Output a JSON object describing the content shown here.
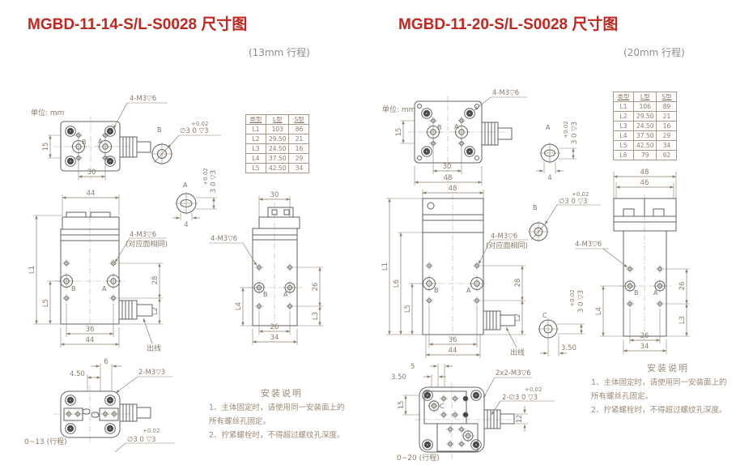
{
  "colors": {
    "title_red": "#c0271e",
    "subtitle_gray": "#8e8e8e",
    "line": "#616161",
    "dim_text": "#8a7c6c"
  },
  "left": {
    "title": "MGBD-11-14-S/L-S0028 尺寸图",
    "subtitle": "(13mm 行程)",
    "unit": "单位: mm",
    "top_view": {
      "dim_15": "15",
      "dim_30": "30",
      "thread": "4-M3▽6",
      "label_a": "A",
      "label_b": "B"
    },
    "detail_b": {
      "label": "B",
      "tol": "+0.02",
      "spec": "∅3 0  ▽3"
    },
    "detail_a": {
      "label": "A",
      "tol": "+0.02",
      "spec": "3 0 ▽3",
      "dim_4": "4"
    },
    "table": {
      "headers": [
        "类型",
        "L型",
        "S型"
      ],
      "rows": [
        [
          "L1",
          "103",
          "86"
        ],
        [
          "L2",
          "29.50",
          "21"
        ],
        [
          "L3",
          "24.50",
          "16"
        ],
        [
          "L4",
          "37.50",
          "29"
        ],
        [
          "L5",
          "42.50",
          "34"
        ]
      ]
    },
    "front_view": {
      "dim_44_top": "44",
      "dim_l1": "L1",
      "dim_l5": "L5",
      "dim_28": "28",
      "dim_l2": "L2",
      "dim_36": "36",
      "dim_44_bottom": "44",
      "thread": "4-M3▽6",
      "thread_note": "(对应面相同)",
      "cable": "出线",
      "label_a": "A",
      "label_b": "B"
    },
    "side_view": {
      "dim_30": "30",
      "dim_l4": "L4",
      "dim_26_right": "26",
      "dim_l3": "L3",
      "dim_26_bottom": "26",
      "dim_34": "34",
      "thread": "4-M3▽6",
      "label_a": "A",
      "label_b": "B"
    },
    "bottom_view": {
      "dim_6": "6",
      "dim_450": "4.50",
      "thread": "2-M3▽3",
      "stroke_range": "0~13 (行程)",
      "tol": "+0.02",
      "spec": "∅3 0  ▽3"
    },
    "notes": {
      "title": "安装说明",
      "line1": "1、主体固定时，请使用同一安装面上的",
      "line2": "所有螺丝孔固定。",
      "line3": "2、拧紧螺栓时，不得超过螺纹孔深度。"
    }
  },
  "right": {
    "title": "MGBD-11-20-S/L-S0028 尺寸图",
    "subtitle": "(20mm 行程)",
    "unit": "单位: mm",
    "top_view": {
      "dim_15": "15",
      "dim_30": "30",
      "dim_48": "48",
      "thread": "4-M3▽6",
      "label_a": "A",
      "label_b": "B"
    },
    "detail_a": {
      "label": "A",
      "tol": "+0.02",
      "spec": "3 0 ▽3",
      "dim_4": "4"
    },
    "detail_b": {
      "label": "B",
      "tol": "+0.02",
      "spec": "∅3 0  ▽3"
    },
    "detail_c": {
      "label": "C",
      "tol": "+0.02",
      "spec": "3 0 ▽3",
      "dim_350": "3.50"
    },
    "table": {
      "headers": [
        "类型",
        "L型",
        "S型"
      ],
      "rows": [
        [
          "L1",
          "106",
          "89"
        ],
        [
          "L2",
          "29.50",
          "21"
        ],
        [
          "L3",
          "24.50",
          "16"
        ],
        [
          "L4",
          "37.50",
          "29"
        ],
        [
          "L5",
          "42.50",
          "34"
        ],
        [
          "L6",
          "79",
          "62"
        ]
      ]
    },
    "table_dims": {
      "dim_48": "48",
      "dim_46": "46"
    },
    "front_view": {
      "dim_48_top": "48",
      "dim_l1": "L1",
      "dim_l6": "L6",
      "dim_l5": "L5",
      "dim_28": "28",
      "dim_l2": "L2",
      "dim_36": "36",
      "dim_44": "44",
      "thread": "4-M3▽6",
      "thread_note": "(对应面相同)",
      "cable": "出线",
      "label_a": "A",
      "label_b": "B"
    },
    "side_view": {
      "dim_l4": "L4",
      "dim_26_right": "26",
      "dim_l3": "L3",
      "dim_26_bottom": "26",
      "dim_34": "34",
      "thread": "4-M3▽6",
      "label_a": "A",
      "label_b": "B"
    },
    "bottom_view": {
      "dim_5": "5",
      "dim_350": "3.50",
      "dim_15": "15",
      "stroke_range": "0~20 (行程)",
      "thread": "2x2-M3▽6",
      "tol": "+0.02",
      "spec": "2-∅3 0  ▽3",
      "dim_12": "12",
      "label_c": "C"
    },
    "notes": {
      "title": "安装说明",
      "line1": "1、主体固定时，请使用同一安装面上的",
      "line2": "所有螺丝孔固定。",
      "line3": "2、拧紧螺栓时，不得超过螺纹孔深度。"
    }
  }
}
